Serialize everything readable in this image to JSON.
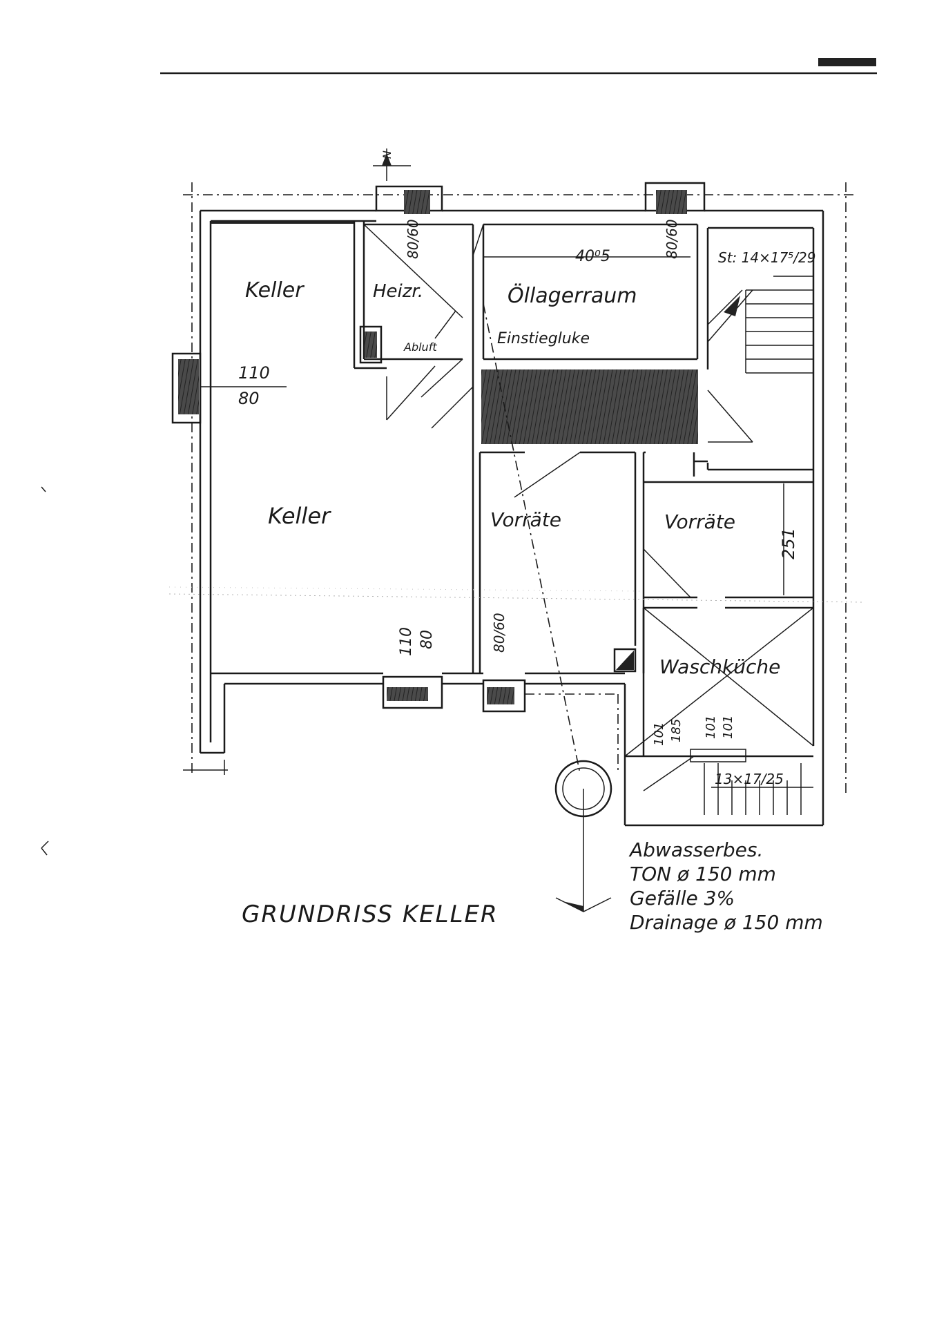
{
  "title": "GRUNDRISS KELLER",
  "rooms": {
    "keller_top": "Keller",
    "heizraum": "Heizr.",
    "oellager": "Öllagerraum",
    "einstieg": "Einstiegluke",
    "abluft": "Abluft",
    "keller_main": "Keller",
    "vorraete_1": "Vorräte",
    "vorraete_2": "Vorräte",
    "waschkueche": "Waschküche"
  },
  "dimensions": {
    "top_stairs": "St: 14×17⁵/29",
    "bottom_stairs": "13×17/25",
    "oel_window": "40⁰5",
    "window_left_w": "110",
    "window_left_h": "80",
    "window_bottom_w": "110",
    "window_bottom_h": "80",
    "window_heiz": "80/60",
    "window_vorr": "80/60",
    "window_oel": "80/60",
    "vorr_height": "251",
    "wasch_door_1": "101",
    "wasch_door_2": "185",
    "wasch_door_3": "101",
    "wasch_door_4": "101"
  },
  "notes": {
    "line1": "Abwasserbes.",
    "line2": "TON  ø 150 mm",
    "line3": "Gefälle  3%",
    "line4": "Drainage ø  150 mm"
  },
  "north_label": "N",
  "colors": {
    "ink": "#1a1a1a",
    "paper": "#ffffff",
    "fill": "#3a3a3a"
  }
}
